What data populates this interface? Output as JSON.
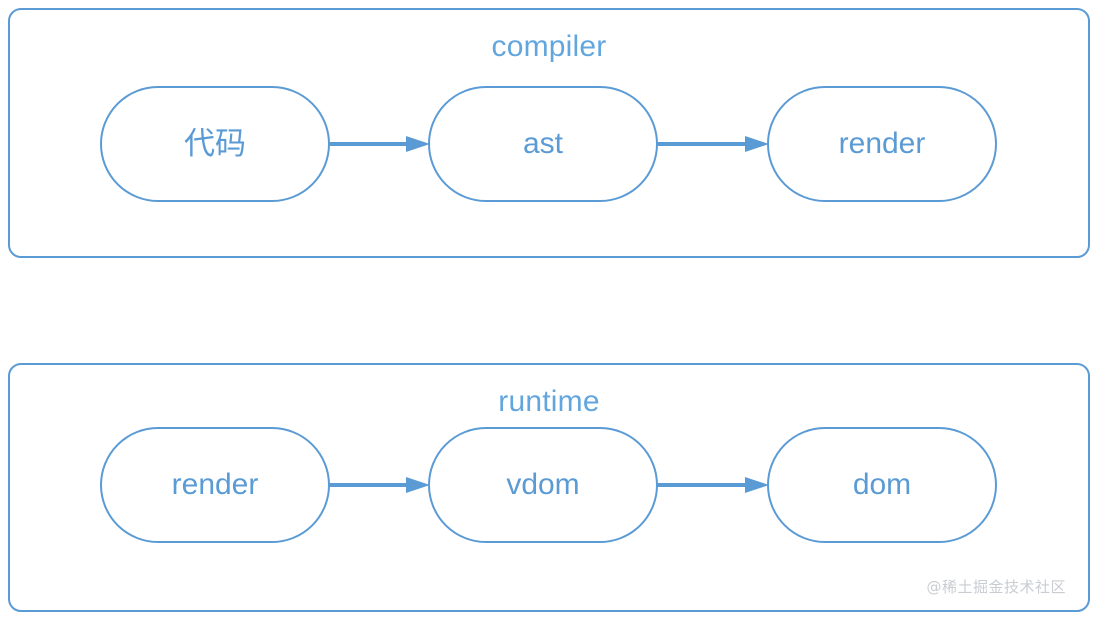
{
  "diagram": {
    "type": "flowchart",
    "background_color": "#ffffff",
    "accent_color": "#5b9bd5",
    "title_color": "#63a6de",
    "watermark_color": "#c9cdd2",
    "groups": [
      {
        "id": "compiler",
        "title": "compiler",
        "nodes": [
          {
            "id": "code",
            "label": "代码",
            "shape": "stadium"
          },
          {
            "id": "ast",
            "label": "ast",
            "shape": "stadium"
          },
          {
            "id": "render",
            "label": "render",
            "shape": "stadium"
          }
        ],
        "edges": [
          {
            "from": "code",
            "to": "ast",
            "style": "arrow-right"
          },
          {
            "from": "ast",
            "to": "render",
            "style": "arrow-right"
          }
        ]
      },
      {
        "id": "runtime",
        "title": "runtime",
        "nodes": [
          {
            "id": "render",
            "label": "render",
            "shape": "stadium"
          },
          {
            "id": "vdom",
            "label": "vdom",
            "shape": "stadium"
          },
          {
            "id": "dom",
            "label": "dom",
            "shape": "stadium"
          }
        ],
        "edges": [
          {
            "from": "render",
            "to": "vdom",
            "style": "arrow-right"
          },
          {
            "from": "vdom",
            "to": "dom",
            "style": "arrow-right"
          }
        ]
      }
    ]
  },
  "watermark": {
    "text": "@稀土掘金技术社区"
  }
}
